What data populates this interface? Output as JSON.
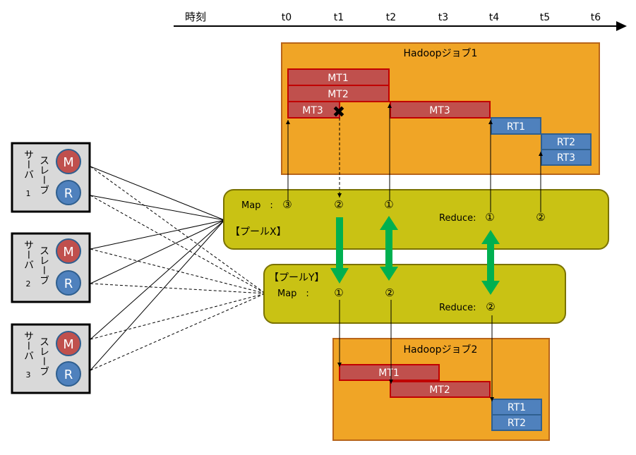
{
  "timeline": {
    "label": "時刻",
    "ticks": [
      "t0",
      "t1",
      "t2",
      "t3",
      "t4",
      "t5",
      "t6"
    ]
  },
  "servers": [
    {
      "line1": "スレーブ",
      "line2": "サーバ",
      "num": "1",
      "m": "M",
      "r": "R"
    },
    {
      "line1": "スレーブ",
      "line2": "サーバ",
      "num": "2",
      "m": "M",
      "r": "R"
    },
    {
      "line1": "スレーブ",
      "line2": "サーバ",
      "num": "3",
      "m": "M",
      "r": "R"
    }
  ],
  "job1": {
    "title": "Hadoopジョブ1",
    "tasks": [
      "MT1",
      "MT2",
      "MT3",
      "MT3",
      "RT1",
      "RT2",
      "RT3"
    ],
    "failure_mark": "✖"
  },
  "job2": {
    "title": "Hadoopジョブ2",
    "tasks": [
      "MT1",
      "MT2",
      "RT1",
      "RT2"
    ]
  },
  "poolX": {
    "name": "【プールX】",
    "map_label": "Map　:",
    "map_values": [
      "③",
      "②",
      "①"
    ],
    "reduce_label": "Reduce:",
    "reduce_values": [
      "①",
      "②"
    ]
  },
  "poolY": {
    "name": "【プールY】",
    "map_label": "Map　:",
    "map_values": [
      "①",
      "②"
    ],
    "reduce_label": "Reduce:",
    "reduce_values": [
      "②"
    ]
  },
  "colors": {
    "job_fill": "#f0a526",
    "job_stroke": "#b8651a",
    "map_task": "#c0504d",
    "map_task_stroke": "#c00000",
    "reduce_task": "#4f81bd",
    "reduce_task_stroke": "#2f5f8f",
    "pool_fill": "#c9c214",
    "pool_stroke": "#7a7200",
    "arrow_green": "#00b050",
    "server_fill": "#d9d9d9"
  }
}
